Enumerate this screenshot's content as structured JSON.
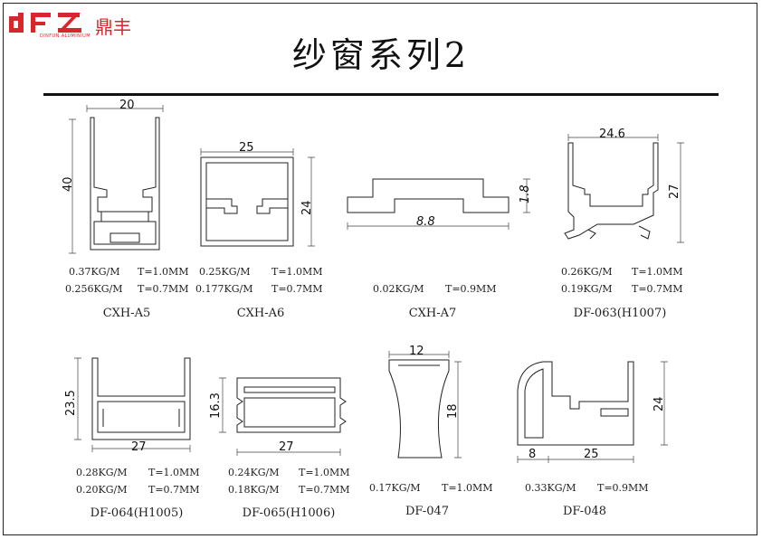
{
  "header": {
    "title": "纱窗系列2",
    "brand_cn": "鼎丰",
    "brand_en": "DINFUN ALUMINIUM",
    "brand_color": "#d8262f"
  },
  "profiles": [
    {
      "name": "CXH-A5",
      "weight1": "0.37KG/M",
      "thick1": "T=1.0MM",
      "weight2": "0.256KG/M",
      "thick2": "T=0.7MM",
      "dims": [
        "20",
        "40"
      ]
    },
    {
      "name": "CXH-A6",
      "weight1": "0.25KG/M",
      "thick1": "T=1.0MM",
      "weight2": "0.177KG/M",
      "thick2": "T=0.7MM",
      "dims": [
        "25",
        "24"
      ]
    },
    {
      "name": "CXH-A7",
      "weight1": "0.02KG/M",
      "thick1": "T=0.9MM",
      "dims": [
        "8.8",
        "1.8"
      ]
    },
    {
      "name": "DF-063(H1007)",
      "weight1": "0.26KG/M",
      "thick1": "T=1.0MM",
      "weight2": "0.19KG/M",
      "thick2": "T=0.7MM",
      "dims": [
        "24.6",
        "27"
      ]
    },
    {
      "name": "DF-064(H1005)",
      "weight1": "0.28KG/M",
      "thick1": "T=1.0MM",
      "weight2": "0.20KG/M",
      "thick2": "T=0.7MM",
      "dims": [
        "27",
        "23.5"
      ]
    },
    {
      "name": "DF-065(H1006)",
      "weight1": "0.24KG/M",
      "thick1": "T=1.0MM",
      "weight2": "0.18KG/M",
      "thick2": "T=0.7MM",
      "dims": [
        "27",
        "16.3"
      ]
    },
    {
      "name": "DF-047",
      "weight1": "0.17KG/M",
      "thick1": "T=1.0MM",
      "dims": [
        "12",
        "18"
      ]
    },
    {
      "name": "DF-048",
      "weight1": "0.33KG/M",
      "thick1": "T=0.9MM",
      "dims": [
        "8",
        "25",
        "24"
      ]
    }
  ]
}
